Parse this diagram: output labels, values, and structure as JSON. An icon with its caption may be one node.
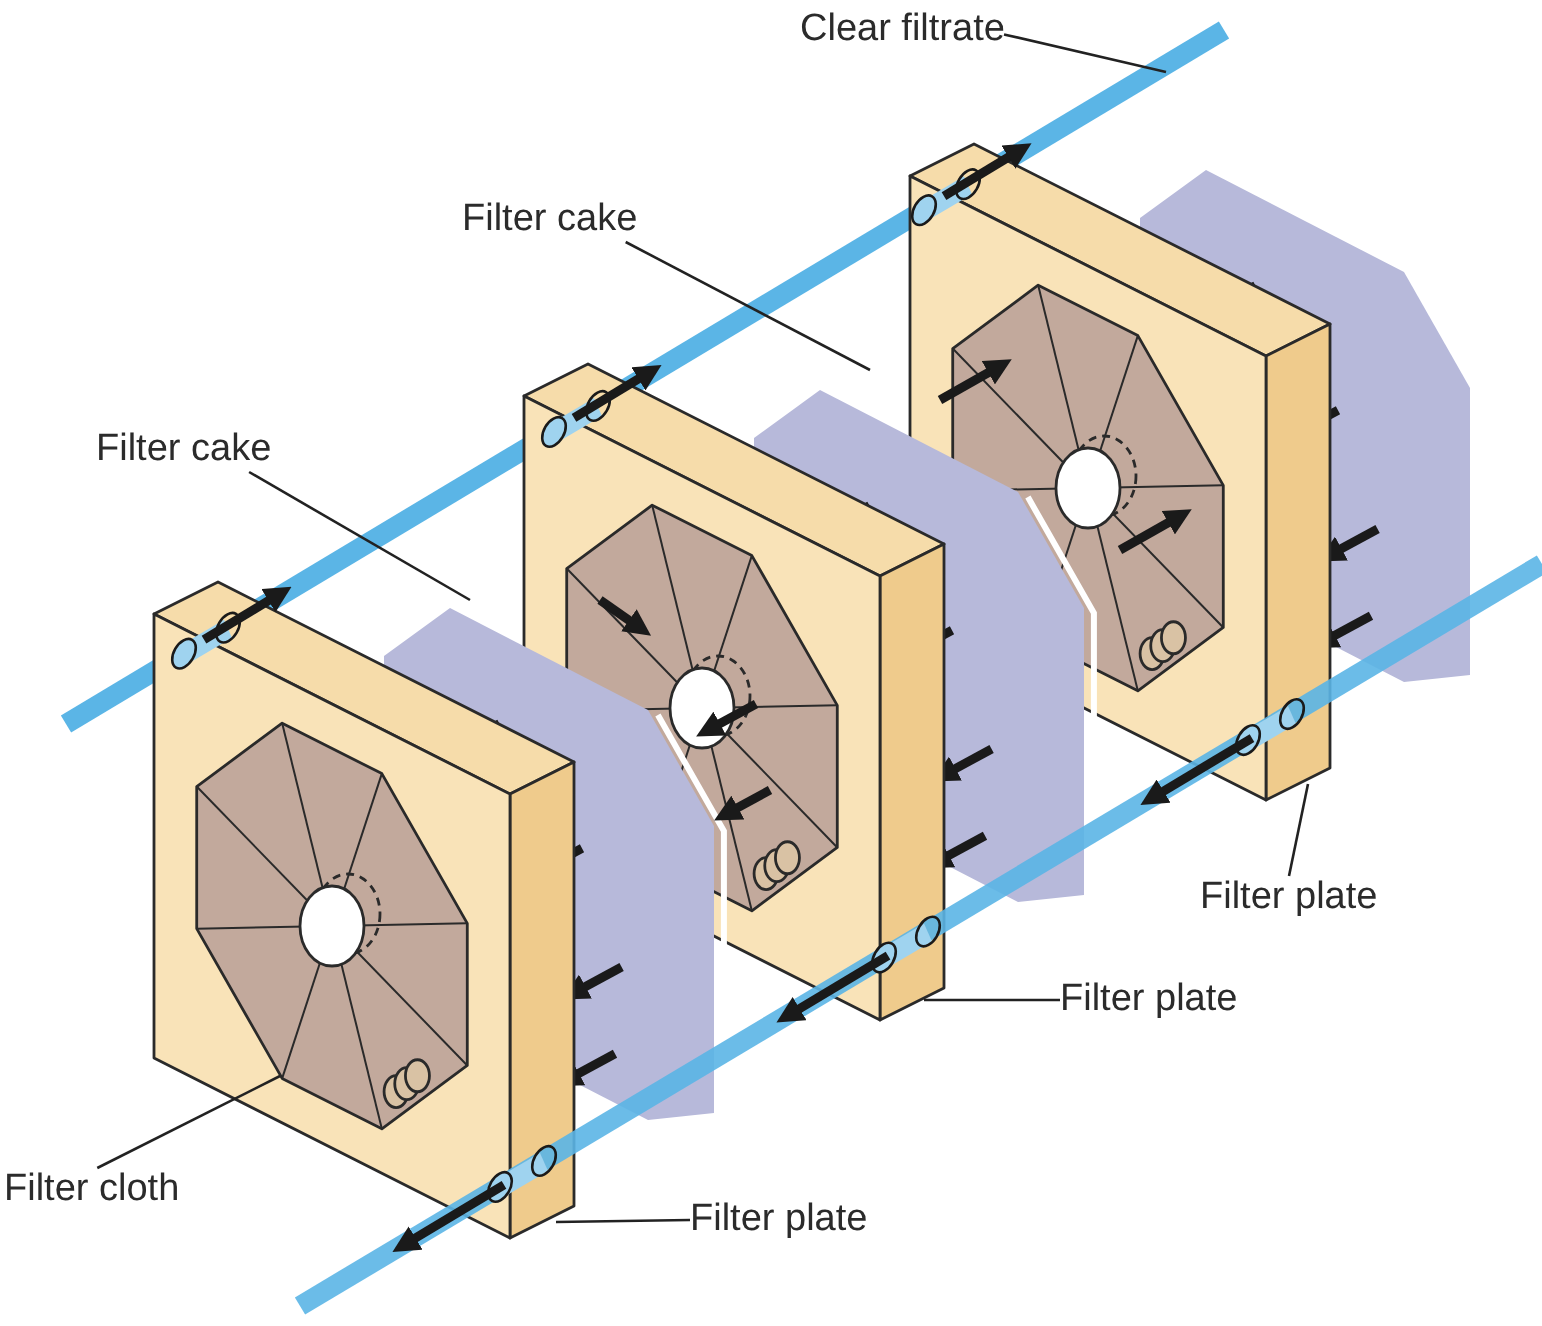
{
  "diagram": {
    "nodes": [
      {
        "text": [
          "Clear filtrate"
        ]
      },
      {
        "text": [
          "Filter cake"
        ]
      },
      {
        "text": [
          "Filter cake"
        ]
      },
      {
        "text": [
          "Filter plate"
        ]
      },
      {
        "text": [
          "Filter plate"
        ]
      },
      {
        "text": [
          "Filter cloth"
        ]
      },
      {
        "text": [
          "Filter plate"
        ]
      }
    ],
    "edges": [
      {
        "from": 0,
        "to": null,
        "arrow": "none"
      },
      {
        "from": 1,
        "to": null,
        "arrow": "none"
      },
      {
        "from": 2,
        "to": null,
        "arrow": "none"
      },
      {
        "from": 3,
        "to": null,
        "arrow": "none"
      },
      {
        "from": 4,
        "to": null,
        "arrow": "none"
      },
      {
        "from": 5,
        "to": null,
        "arrow": "none"
      },
      {
        "from": 6,
        "to": null,
        "arrow": "none"
      }
    ]
  }
}
